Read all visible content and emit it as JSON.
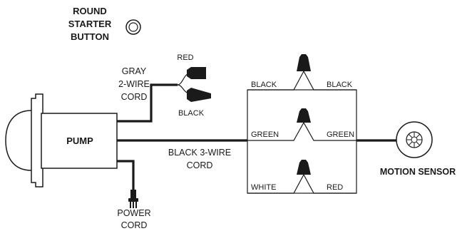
{
  "starter_button": {
    "label_lines": [
      "ROUND",
      "STARTER",
      "BUTTON"
    ]
  },
  "pump": {
    "label": "PUMP"
  },
  "gray_cord": {
    "label_lines": [
      "GRAY",
      "2-WIRE",
      "CORD"
    ],
    "connectors": {
      "top": "RED",
      "bottom": "BLACK"
    }
  },
  "power_cord": {
    "label_lines": [
      "POWER",
      "CORD"
    ]
  },
  "main_cord": {
    "label_lines": [
      "BLACK 3-WIRE",
      "CORD"
    ]
  },
  "wire_rows": [
    {
      "left": "BLACK",
      "right": "BLACK"
    },
    {
      "left": "GREEN",
      "right": "GREEN"
    },
    {
      "left": "WHITE",
      "right": "RED"
    }
  ],
  "motion_sensor": {
    "label": "MOTION SENSOR"
  }
}
